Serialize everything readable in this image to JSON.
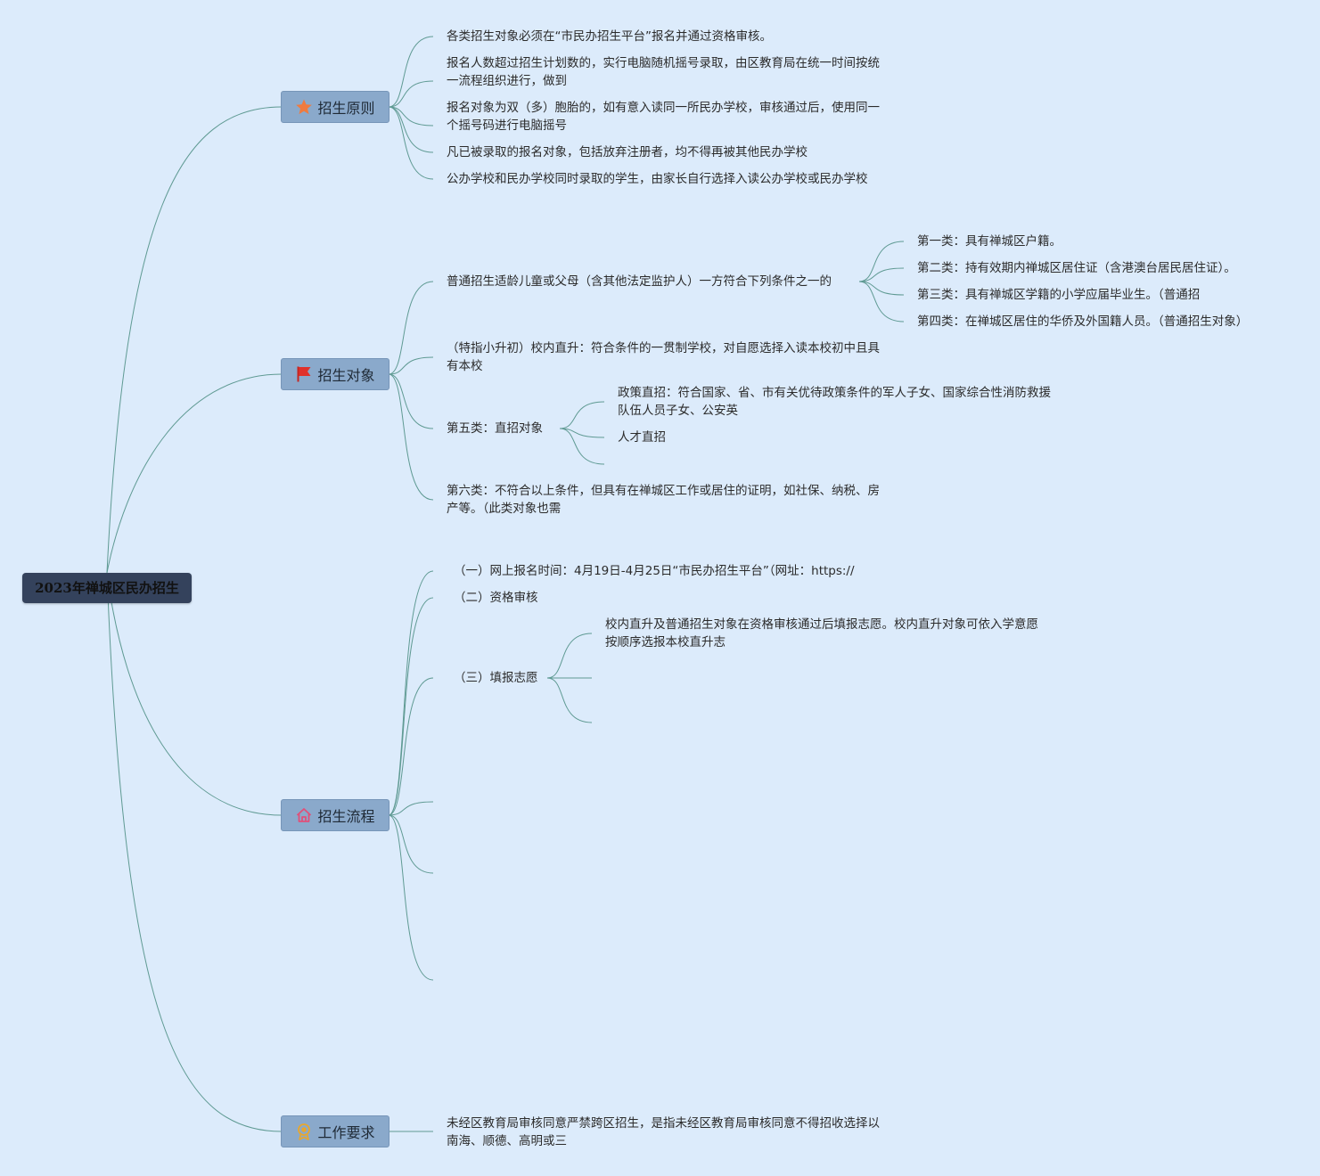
{
  "root": {
    "title": "2023年禅城区民办招生"
  },
  "branches": {
    "principles": {
      "label": "招生原则",
      "icon": "star-icon",
      "items": [
        "各类招生对象必须在“市民办招生平台”报名并通过资格审核。",
        "报名人数超过招生计划数的，实行电脑随机摇号录取，由区教育局在统一时间按统一流程组织进行，做到",
        "报名对象为双（多）胞胎的，如有意入读同一所民办学校，审核通过后，使用同一个摇号码进行电脑摇号",
        "凡已被录取的报名对象，包括放弃注册者，均不得再被其他民办学校",
        "公办学校和民办学校同时录取的学生，由家长自行选择入读公办学校或民办学校"
      ]
    },
    "targets": {
      "label": "招生对象",
      "icon": "flag-icon",
      "general": {
        "text": "普通招生适龄儿童或父母（含其他法定监护人）一方符合下列条件之一的",
        "children": [
          "第一类：具有禅城区户籍。",
          "第二类：持有效期内禅城区居住证（含港澳台居民居住证）。",
          "第三类：具有禅城区学籍的小学应届毕业生。（普通招",
          "第四类：在禅城区居住的华侨及外国籍人员。（普通招生对象）"
        ]
      },
      "internal": "（特指小升初）校内直升：符合条件的一贯制学校，对自愿选择入读本校初中且具有本校",
      "direct": {
        "text": "第五类：直招对象",
        "children": [
          "政策直招：符合国家、省、市有关优待政策条件的军人子女、国家综合性消防救援队伍人员子女、公安英",
          "人才直招"
        ]
      },
      "sixth": "第六类：不符合以上条件，但具有在禅城区工作或居住的证明，如社保、纳税、房产等。（此类对象也需"
    },
    "process": {
      "label": "招生流程",
      "icon": "home-icon",
      "step1": "（一）网上报名时间：4月19日-4月25日“市民办招生平台”（网址：https://",
      "step2": "（二）资格审核",
      "step3": {
        "text": "（三）填报志愿",
        "children": [
          "校内直升及普通招生对象在资格审核通过后填报志愿。校内直升对象可依入学意愿按顺序选报本校直升志"
        ]
      }
    },
    "requirements": {
      "label": "工作要求",
      "icon": "award-icon",
      "items": [
        "未经区教育局审核同意严禁跨区招生，是指未经区教育局审核同意不得招收选择以南海、顺德、高明或三"
      ]
    }
  },
  "colors": {
    "background": "#dcebfb",
    "root_fill": "#34425c",
    "branch_fill": "#8aa9cb",
    "connector": "#5f9a93",
    "star": "#f07b3f",
    "flag": "#e0312b",
    "home": "#e0507a",
    "award": "#e8a72e"
  }
}
